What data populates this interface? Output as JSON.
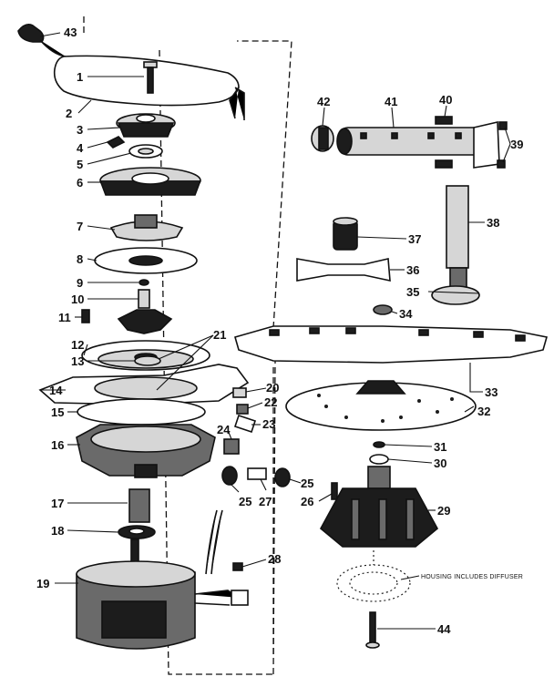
{
  "labels": [
    "43",
    "1",
    "2",
    "3",
    "4",
    "5",
    "6",
    "7",
    "8",
    "9",
    "10",
    "11",
    "12",
    "13",
    "14",
    "15",
    "16",
    "17",
    "18",
    "19",
    "20",
    "21",
    "22",
    "23",
    "24",
    "25",
    "26",
    "27",
    "28",
    "29",
    "30",
    "31",
    "32",
    "33",
    "34",
    "35",
    "36",
    "37",
    "38",
    "39",
    "40",
    "41",
    "42",
    "44"
  ],
  "note": "HOUSING INCLUDES DIFFUSER",
  "colors": {
    "ink": "#111111",
    "paper": "#ffffff"
  }
}
